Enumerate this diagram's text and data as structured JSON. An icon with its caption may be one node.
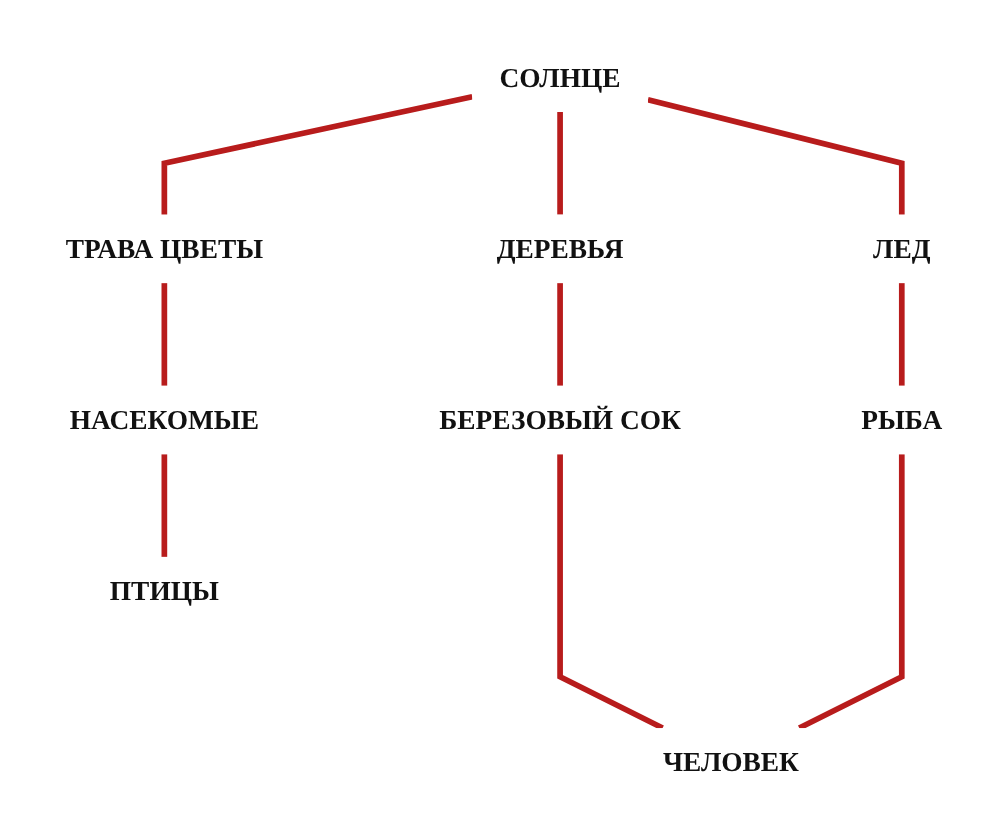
{
  "diagram": {
    "nodes": [
      {
        "text": [
          "СОЛНЦЕ"
        ]
      },
      {
        "text": [
          "ДЕРЕВЬЯ"
        ]
      },
      {
        "text": [
          "ТРАВА ЦВЕТЫ"
        ]
      },
      {
        "text": [
          "ЛЕД"
        ]
      },
      {
        "text": [
          "БЕРЕЗОВЫЙ СОК"
        ]
      },
      {
        "text": [
          "НАСЕКОМЫЕ"
        ]
      },
      {
        "text": [
          "РЫБА"
        ]
      },
      {
        "text": [
          "ПТИЦЫ"
        ]
      },
      {
        "text": [
          "ЧЕЛОВЕК"
        ]
      }
    ],
    "edges": [
      {
        "from": 0,
        "to": 1,
        "arrow": "none"
      },
      {
        "from": 0,
        "to": 2,
        "arrow": "none"
      },
      {
        "from": 0,
        "to": 3,
        "arrow": "none"
      },
      {
        "from": 1,
        "to": 4,
        "arrow": "none"
      },
      {
        "from": 2,
        "to": 5,
        "arrow": "none"
      },
      {
        "from": 3,
        "to": 6,
        "arrow": "none"
      },
      {
        "from": 5,
        "to": 7,
        "arrow": "none"
      },
      {
        "from": 4,
        "to": 8,
        "arrow": "none"
      },
      {
        "from": 6,
        "to": 8,
        "arrow": "none"
      }
    ]
  }
}
